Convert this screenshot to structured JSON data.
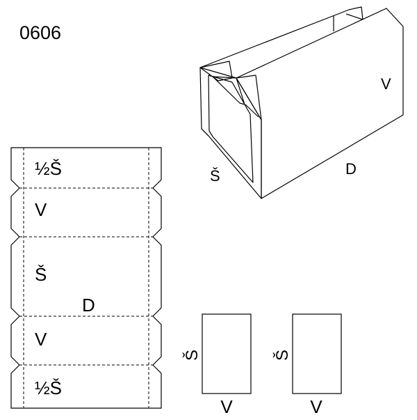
{
  "code": "0606",
  "box_3d": {
    "label_v": "V",
    "label_s": "Š",
    "label_d": "D"
  },
  "net": {
    "panels": [
      "½Š",
      "V",
      "Š",
      "V",
      "½Š"
    ],
    "length_label": "D"
  },
  "end_pieces": [
    {
      "side_label": "Š",
      "bottom_label": "V"
    },
    {
      "side_label": "Š",
      "bottom_label": "V"
    }
  ],
  "colors": {
    "line": "#000000",
    "background": "#ffffff"
  }
}
